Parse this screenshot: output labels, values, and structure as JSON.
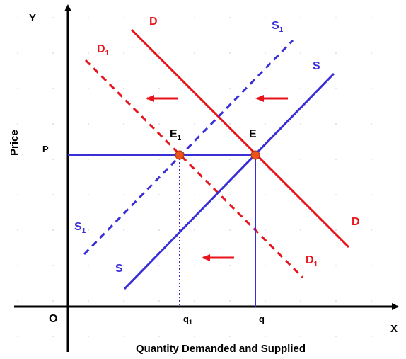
{
  "diagram": {
    "axis_y_letter": "Y",
    "axis_x_letter": "X",
    "y_axis_title": "Price",
    "x_axis_title": "Quantity Demanded and Supplied",
    "origin_label": "O",
    "price_label": "P",
    "qty_q_label": "q",
    "qty_q1_label": "q",
    "qty_q1_sub": "1",
    "point_e_label": "E",
    "point_e1_label": "E",
    "point_e1_sub": "1",
    "curve_d_top": "D",
    "curve_d_bottom": "D",
    "curve_d1_top": "D",
    "curve_d1_top_sub": "1",
    "curve_d1_bottom": "D",
    "curve_d1_bottom_sub": "1",
    "curve_s_top": "S",
    "curve_s_bottom": "S",
    "curve_s1_top": "S",
    "curve_s1_top_sub": "1",
    "curve_s1_bottom": "S",
    "curve_s1_bottom_sub": "1"
  },
  "colors": {
    "demand": "#e8141c",
    "supply": "#3a2ed6",
    "arrow": "#e8141c",
    "point": "#e8541c",
    "axis": "#000000",
    "grid_dot": "#c8c8c8"
  }
}
